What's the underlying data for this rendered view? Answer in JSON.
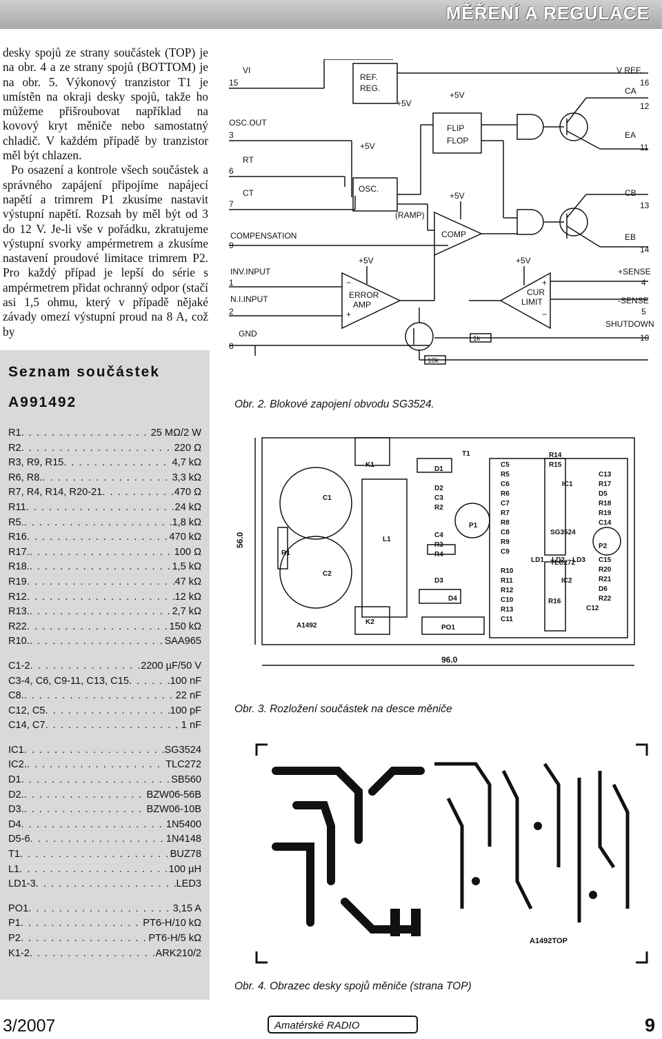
{
  "header": {
    "title": "MĚŘENÍ A REGULACE"
  },
  "body": {
    "p1": "desky spojů ze strany součástek (TOP) je na obr. 4 a ze strany spojů (BOTTOM) je na obr. 5. Výkonový tranzistor T1 je umístěn na okraji desky spojů, takže ho můžeme přišroubovat například na kovový kryt měniče nebo samostatný chladič. V každém případě by tranzistor měl být chlazen.",
    "p2": "Po osazení a kontrole všech součástek a správného zapájení připojíme napájecí napětí a trimrem P1 zkusíme nastavit výstupní napětí. Rozsah by měl být od 3 do 12 V. Je-li vše v pořádku, zkratujeme výstupní svorky ampérmetrem a zkusíme nastavení proudové limitace trimrem P2. Pro každý případ je lepší do série s ampérmetrem přidat ochranný odpor (stačí asi 1,5 ohmu, který v případě nějaké závady omezí výstupní proud na 8 A, což by"
  },
  "parts": {
    "title": "Seznam součástek",
    "code": "A991492",
    "groups": [
      [
        {
          "n": "R1",
          "v": "25 MΩ/2 W"
        },
        {
          "n": "R2",
          "v": "220 Ω"
        },
        {
          "n": "R3, R9, R15",
          "v": "4,7 kΩ"
        },
        {
          "n": "R6, R8.",
          "v": "3,3 kΩ"
        },
        {
          "n": "R7, R4, R14, R20-21",
          "v": "470 Ω"
        },
        {
          "n": "R11",
          "v": "24 kΩ"
        },
        {
          "n": "R5.",
          "v": "1,8 kΩ"
        },
        {
          "n": "R16",
          "v": "470 kΩ"
        },
        {
          "n": "R17.",
          "v": "100 Ω"
        },
        {
          "n": "R18.",
          "v": "1,5 kΩ"
        },
        {
          "n": "R19",
          "v": "47 kΩ"
        },
        {
          "n": "R12",
          "v": "12 kΩ"
        },
        {
          "n": "R13.",
          "v": "2,7 kΩ"
        },
        {
          "n": "R22",
          "v": "150 kΩ"
        },
        {
          "n": "R10.",
          "v": "SAA965"
        }
      ],
      [
        {
          "n": "C1-2",
          "v": "2200 µF/50 V"
        },
        {
          "n": "C3-4, C6, C9-11, C13, C15",
          "v": "100 nF"
        },
        {
          "n": "C8.",
          "v": "22 nF"
        },
        {
          "n": "C12, C5",
          "v": "100 pF"
        },
        {
          "n": "C14, C7",
          "v": "1 nF"
        }
      ],
      [
        {
          "n": "IC1",
          "v": "SG3524"
        },
        {
          "n": "IC2.",
          "v": "TLC272"
        },
        {
          "n": "D1",
          "v": "SB560"
        },
        {
          "n": "D2.",
          "v": "BZW06-56B"
        },
        {
          "n": "D3.",
          "v": "BZW06-10B"
        },
        {
          "n": "D4",
          "v": "1N5400"
        },
        {
          "n": "D5-6",
          "v": "1N4148"
        },
        {
          "n": "T1",
          "v": "BUZ78"
        },
        {
          "n": "L1",
          "v": "100 µH"
        },
        {
          "n": "LD1-3",
          "v": "LED3"
        }
      ],
      [
        {
          "n": "PO1",
          "v": "3,15 A"
        },
        {
          "n": "P1",
          "v": "PT6-H/10 kΩ"
        },
        {
          "n": "P2",
          "v": "PT6-H/5 kΩ"
        },
        {
          "n": "K1-2",
          "v": "ARK210/2"
        }
      ]
    ]
  },
  "fig2": {
    "caption": "Obr. 2. Blokové zapojení obvodu SG3524.",
    "labels": {
      "vi": "VI",
      "p15": "15",
      "oscout": "OSC.OUT",
      "p3": "3",
      "rt": "RT",
      "p6": "6",
      "ct": "CT",
      "p7": "7",
      "comp": "COMPENSATION",
      "p9": "9",
      "inv": "INV.INPUT",
      "p1": "1",
      "ninv": "N.I.INPUT",
      "p2": "2",
      "gnd": "GND",
      "p8": "8",
      "ref1": "REF.",
      "ref2": "REG.",
      "p5v_a": "+5V",
      "p5v_b": "+5V",
      "p5v_c": "+5V",
      "p5v_d": "+5V",
      "p5v_e": "+5V",
      "p5v_f": "+5V",
      "osc": "OSC.",
      "ramp": "(RAMP)",
      "flip1": "FLIP",
      "flip2": "FLOP",
      "compb": "COMP",
      "err1": "ERROR",
      "err2": "AMP",
      "cur1": "CUR",
      "cur2": "LIMIT",
      "vref": "V REF.",
      "p16": "16",
      "ca": "CA",
      "p12": "12",
      "ea": "EA",
      "p11": "11",
      "cb": "CB",
      "p13": "13",
      "eb": "EB",
      "p14": "14",
      "psense": "+SENSE",
      "p4": "4",
      "msense": "-SENSE",
      "p5": "5",
      "shut": "SHUTDOWN",
      "p10": "10",
      "r1k": "1k",
      "r10k": "10k",
      "minus": "−",
      "plus": "+"
    }
  },
  "fig3": {
    "caption": "Obr. 3. Rozložení součástek na desce měniče",
    "dim_h": "56.0",
    "dim_w": "96.0",
    "labels": [
      "K1",
      "T1",
      "D1",
      "C1",
      "R1",
      "L1",
      "D2",
      "C3",
      "R2",
      "P1",
      "C4",
      "R3",
      "R4",
      "D3",
      "C2",
      "D4",
      "K2",
      "A1492",
      "PO1",
      "C5",
      "R5",
      "C6",
      "R6",
      "C7",
      "R7",
      "R8",
      "C8",
      "R9",
      "C9",
      "R10",
      "R11",
      "R12",
      "C10",
      "R13",
      "C11",
      "R14",
      "R15",
      "IC1",
      "SG3524",
      "R16",
      "TLC272",
      "IC2",
      "LD1",
      "LD2",
      "LD3",
      "C13",
      "R17",
      "D5",
      "R18",
      "R19",
      "C14",
      "P2",
      "C15",
      "R20",
      "R21",
      "D6",
      "R22",
      "C12"
    ]
  },
  "fig4": {
    "caption": "Obr. 4. Obrazec desky spojů měniče (strana TOP)",
    "label": "A1492TOP"
  },
  "footer": {
    "issue": "3/2007",
    "page": "9",
    "logo": "Amatérské RADIO"
  }
}
